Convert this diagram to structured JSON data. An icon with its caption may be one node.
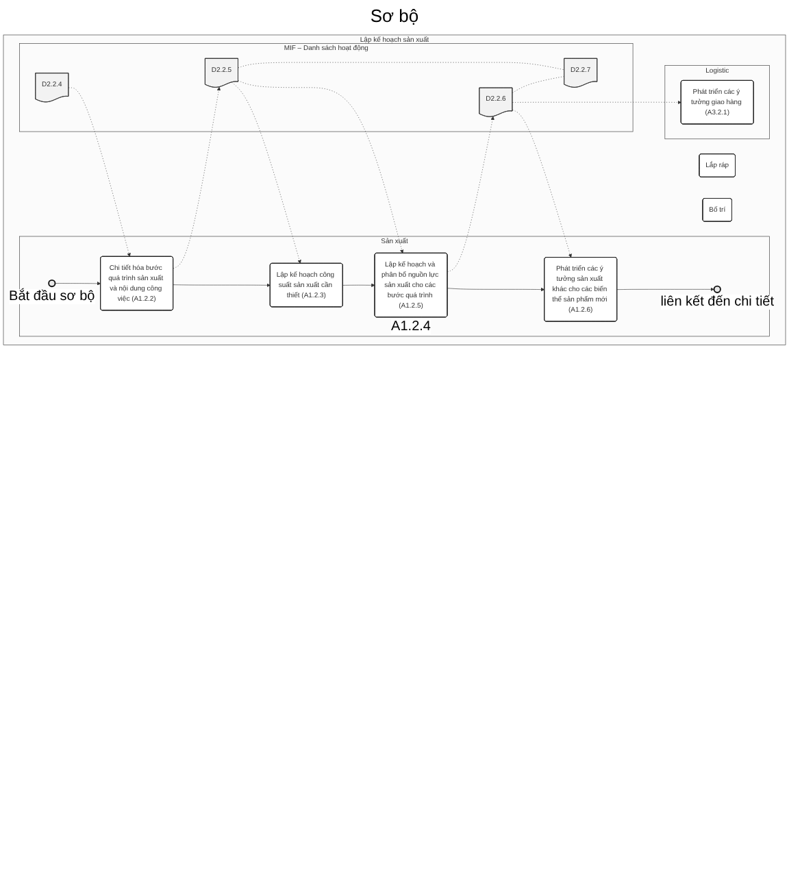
{
  "diagram": {
    "nodes": [
      {
        "text": [
          "Lập kế hoạch sản xuất"
        ]
      },
      {
        "text": [
          "MIF – Danh sách hoạt động"
        ],
        "in": 0
      },
      {
        "text": [
          "Sản xuất"
        ],
        "in": 0
      },
      {
        "text": [
          "Logistic"
        ],
        "in": 0
      },
      {
        "text": [
          "Lắp ráp"
        ],
        "in": 0
      },
      {
        "text": [
          "Bố trí"
        ],
        "in": 0
      },
      {
        "text": [
          "D2.2.4"
        ],
        "in": 1
      },
      {
        "text": [
          "D2.2.5"
        ],
        "in": 1
      },
      {
        "text": [
          "D2.2.6"
        ],
        "in": 1
      },
      {
        "text": [
          "D2.2.7"
        ],
        "in": 1
      },
      {
        "text": [],
        "shape": "circle",
        "beside": [
          "Bắt đầu sơ bộ"
        ],
        "in": 2
      },
      {
        "text": [
          "Chi tiết hóa bước quá trình sản xuất và nội dung công việc (A1.2.2)"
        ],
        "in": 2
      },
      {
        "text": [
          "Lập kế hoạch công suất sản xuất cần thiết (A1.2.3)"
        ],
        "in": 2
      },
      {
        "text": [
          "Lập kế hoạch và phân bổ nguồn lực sản xuất cho các bước quá trình (A1.2.5)"
        ],
        "beside": [
          "A1.2.4"
        ],
        "in": 2
      },
      {
        "text": [
          "Phát triển các ý tưởng sản xuất khác cho các biến thể sản phẩm mới (A1.2.6)"
        ],
        "in": 2
      },
      {
        "text": [],
        "shape": "circle",
        "beside": [
          "liên kết đến chi tiết"
        ],
        "in": 2
      },
      {
        "text": [
          "Phát triển các ý tưởng giao hàng (A3.2.1)"
        ],
        "in": 3
      }
    ],
    "edges": [
      {
        "from": 10,
        "to": 11,
        "arrow": "to"
      },
      {
        "from": 11,
        "to": 12,
        "arrow": "to"
      },
      {
        "from": 12,
        "to": 13,
        "arrow": "to"
      },
      {
        "from": 13,
        "to": 14,
        "arrow": "to"
      },
      {
        "from": 14,
        "to": 15,
        "arrow": "to"
      },
      {
        "from": 6,
        "to": 11,
        "arrow": "to",
        "style": "dashed"
      },
      {
        "from": 11,
        "to": 7,
        "arrow": "to",
        "style": "dashed"
      },
      {
        "from": 7,
        "to": 12,
        "arrow": "to",
        "style": "dashed"
      },
      {
        "from": 7,
        "to": 13,
        "arrow": "to",
        "style": "dashed"
      },
      {
        "from": 13,
        "to": 8,
        "arrow": "to",
        "style": "dashed"
      },
      {
        "from": 8,
        "to": 14,
        "arrow": "to",
        "style": "dashed"
      },
      {
        "from": 8,
        "to": 16,
        "arrow": "to",
        "style": "dashed"
      },
      {
        "from": 7,
        "to": 9,
        "arrow": "none",
        "style": "dashed"
      },
      {
        "from": 8,
        "to": 9,
        "arrow": "none",
        "style": "dashed"
      }
    ],
    "labels": [
      "Sơ bộ"
    ]
  }
}
